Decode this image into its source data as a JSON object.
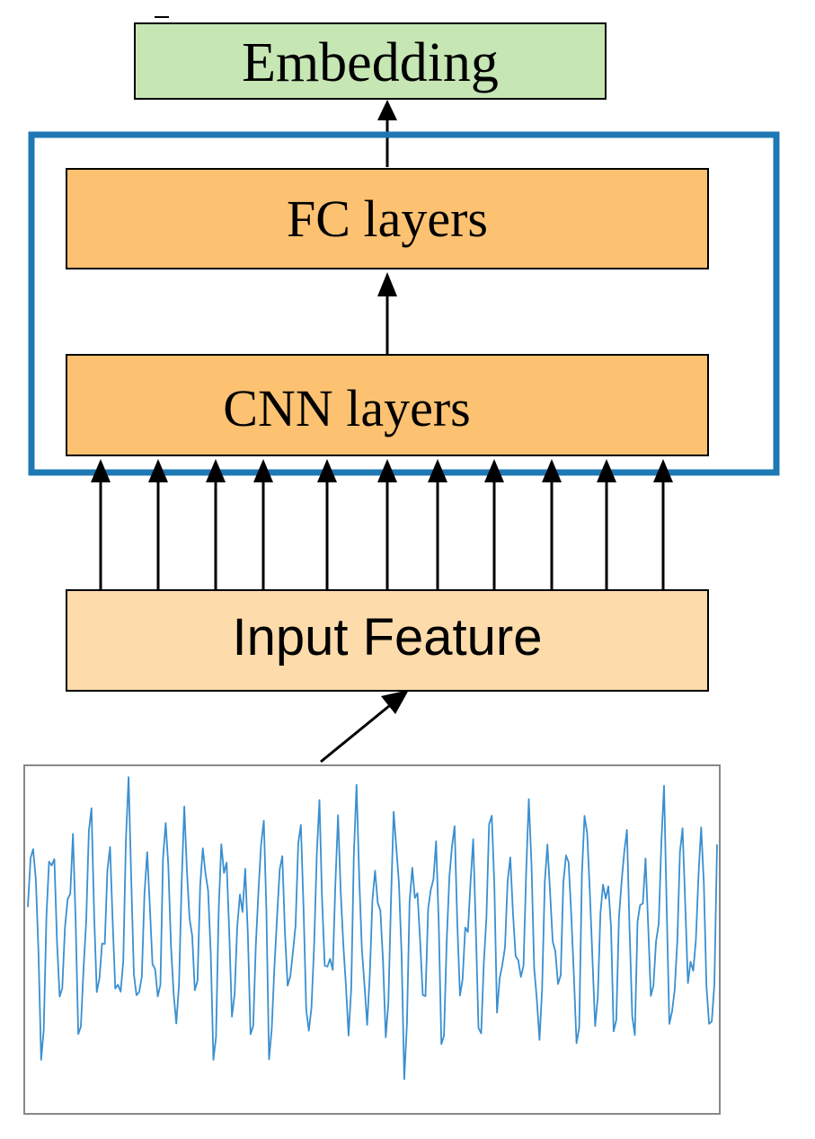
{
  "boxes": {
    "embedding": {
      "label": "Embedding",
      "fill": "#c6e6b4"
    },
    "fc": {
      "label": "FC layers",
      "fill": "#fcc272"
    },
    "cnn": {
      "label": "CNN layers",
      "fill": "#fcc272"
    },
    "input": {
      "label": "Input Feature",
      "fill": "#fddbab"
    }
  },
  "colors": {
    "model_frame": "#1e78b4",
    "waveform_line": "#3a8fd0",
    "arrow": "#000000"
  }
}
